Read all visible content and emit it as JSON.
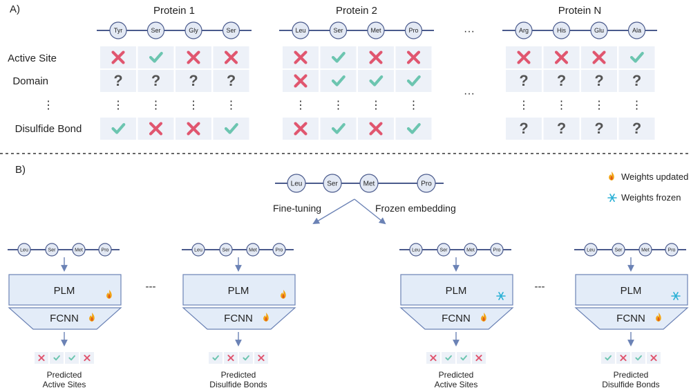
{
  "panel_a": {
    "label": "A)",
    "proteins": [
      {
        "title": "Protein 1",
        "residues": [
          "Tyr",
          "Ser",
          "Gly",
          "Ser"
        ],
        "active_site": [
          "x",
          "check",
          "x",
          "x"
        ],
        "domain": [
          "?",
          "?",
          "?",
          "?"
        ],
        "disulfide_bond": [
          "check",
          "x",
          "x",
          "check"
        ]
      },
      {
        "title": "Protein 2",
        "residues": [
          "Leu",
          "Ser",
          "Met",
          "Pro"
        ],
        "active_site": [
          "x",
          "check",
          "x",
          "x"
        ],
        "domain": [
          "x",
          "check",
          "check",
          "check"
        ],
        "disulfide_bond": [
          "x",
          "check",
          "x",
          "check"
        ]
      },
      {
        "title": "Protein N",
        "residues": [
          "Arg",
          "His",
          "Glu",
          "Ala"
        ],
        "active_site": [
          "x",
          "x",
          "x",
          "check"
        ],
        "domain": [
          "?",
          "?",
          "?",
          "?"
        ],
        "disulfide_bond": [
          "?",
          "?",
          "?",
          "?"
        ]
      }
    ],
    "row_labels": {
      "active_site": "Active Site",
      "domain": "Domain",
      "ellipsis": "⋮",
      "disulfide_bond": "Disulfide Bond"
    },
    "between_ellipsis": "···"
  },
  "panel_b": {
    "label": "B)",
    "input_residues": [
      "Leu",
      "Ser",
      "Met",
      "Pro"
    ],
    "branch_labels": {
      "left": "Fine-tuning",
      "right": "Frozen embedding"
    },
    "legend": {
      "updated": "Weights updated",
      "frozen": "Weights frozen"
    },
    "model_labels": {
      "plm": "PLM",
      "fcnn": "FCNN"
    },
    "between_dots": "---",
    "models": [
      {
        "residues": [
          "Leu",
          "Ser",
          "Met",
          "Pro"
        ],
        "plm_state": "updated",
        "fcnn_state": "updated",
        "outputs": [
          "x",
          "check",
          "check",
          "x"
        ],
        "caption": [
          "Predicted",
          "Active Sites"
        ]
      },
      {
        "residues": [
          "Leu",
          "Ser",
          "Met",
          "Pro"
        ],
        "plm_state": "updated",
        "fcnn_state": "updated",
        "outputs": [
          "check",
          "x",
          "check",
          "x"
        ],
        "caption": [
          "Predicted",
          "Disulfide Bonds"
        ]
      },
      {
        "residues": [
          "Leu",
          "Ser",
          "Met",
          "Pro"
        ],
        "plm_state": "frozen",
        "fcnn_state": "updated",
        "outputs": [
          "x",
          "check",
          "check",
          "x"
        ],
        "caption": [
          "Predicted",
          "Active Sites"
        ]
      },
      {
        "residues": [
          "Leu",
          "Ser",
          "Met",
          "Pro"
        ],
        "plm_state": "frozen",
        "fcnn_state": "updated",
        "outputs": [
          "check",
          "x",
          "check",
          "x"
        ],
        "caption": [
          "Predicted",
          "Disulfide Bonds"
        ]
      }
    ]
  },
  "colors": {
    "check": "#6cc5b0",
    "cross": "#e0566f",
    "question": "#555555",
    "cell": "#edf1f8",
    "node_fill": "#e3e9f4",
    "node_stroke": "#4a5a8c",
    "chain": "#4a5a8c",
    "box_fill": "#e3ecf8",
    "box_stroke": "#6b82b5",
    "arrow": "#6b82b5",
    "flame": "#f2a516",
    "flame_inner": "#e05a1a",
    "snow": "#2cb1d6"
  }
}
